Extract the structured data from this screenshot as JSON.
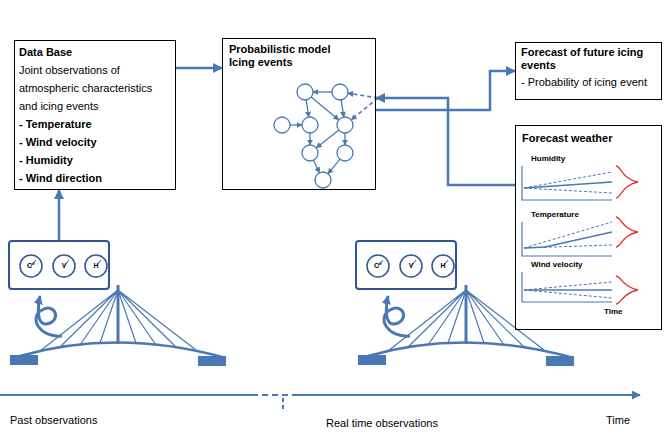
{
  "diagram": {
    "nodes": [
      {
        "text": [
          "Data Base",
          "Joint observations of atmospheric characteristics and icing events",
          "- Temperature",
          "- Wind velocity",
          "- Humidity",
          "- Wind direction"
        ]
      },
      {
        "text": [
          "Probabilistic model Icing events"
        ]
      },
      {
        "text": [
          "Forecast of future icing events",
          "- Probability of icing event"
        ]
      },
      {
        "text": [
          "Forecast weather",
          "Humidity",
          "Temperature",
          "Wind velocity",
          "Time"
        ]
      },
      {
        "text": []
      },
      {
        "text": [
          "C°"
        ],
        "in": 4
      },
      {
        "text": [
          "V"
        ],
        "in": 4
      },
      {
        "text": [
          "H"
        ],
        "in": 4
      },
      {
        "text": []
      },
      {
        "text": [
          "C°"
        ],
        "in": 8
      },
      {
        "text": [
          "V"
        ],
        "in": 8
      },
      {
        "text": [
          "H"
        ],
        "in": 8
      }
    ],
    "edges": [
      {
        "from": 4,
        "to": 0,
        "arrow": "to"
      },
      {
        "from": 0,
        "to": 1,
        "arrow": "to"
      },
      {
        "from": 1,
        "to": 2,
        "arrow": "to"
      },
      {
        "from": 3,
        "to": 1,
        "arrow": "to"
      }
    ],
    "labels": [
      "Past observations",
      "Real time observations",
      "Time"
    ]
  }
}
